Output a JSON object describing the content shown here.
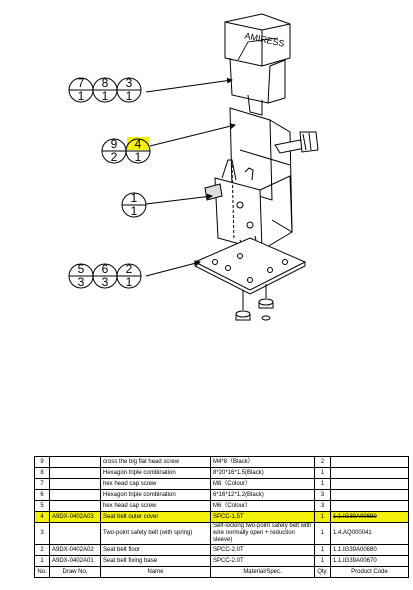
{
  "balloons": {
    "b1": {
      "cells": [
        {
          "top": "7",
          "bottom": "1"
        },
        {
          "top": "8",
          "bottom": "1"
        },
        {
          "top": "3",
          "bottom": "1"
        }
      ]
    },
    "b2": {
      "cells": [
        {
          "top": "9",
          "bottom": "2"
        },
        {
          "top": "4",
          "bottom": "1"
        }
      ]
    },
    "b3": {
      "cells": [
        {
          "top": "1",
          "bottom": "1"
        }
      ]
    },
    "b4": {
      "cells": [
        {
          "top": "5",
          "bottom": "3"
        },
        {
          "top": "6",
          "bottom": "3"
        },
        {
          "top": "2",
          "bottom": "1"
        }
      ]
    }
  },
  "bom": {
    "rows": [
      {
        "no": "9",
        "drawing": "",
        "name": "cross the big flat head screw",
        "spec": "M4*8（Black）",
        "qty": "2",
        "code": ""
      },
      {
        "no": "8",
        "drawing": "",
        "name": "Hexagon triple combination",
        "spec": "8*20*16*1.5(Black)",
        "qty": "1",
        "code": ""
      },
      {
        "no": "7",
        "drawing": "",
        "name": "hex head cap screw",
        "spec": "M8（Colour）",
        "qty": "1",
        "code": ""
      },
      {
        "no": "6",
        "drawing": "",
        "name": "Hexagon triple combination",
        "spec": "6*16*12*1.2(Black)",
        "qty": "3",
        "code": ""
      },
      {
        "no": "5",
        "drawing": "",
        "name": "hex head cap screw",
        "spec": "M6（Colour）",
        "qty": "3",
        "code": ""
      },
      {
        "no": "4",
        "drawing": "A9DX-0402A03",
        "name": "Seat belt outer cover",
        "spec": "SPCC-1.5T",
        "qty": "1",
        "code": "1.1.IG39A00690"
      },
      {
        "no": "3",
        "drawing": "",
        "name": "Two-point safety belt (with spring)",
        "spec": "Self-locking two-point safety belt with wire normally open + reduction sleeve)",
        "qty": "1",
        "code": "1.4.AQ000041"
      },
      {
        "no": "2",
        "drawing": "A9DX-0402A02",
        "name": "Seat belt floor",
        "spec": "SPCC-2.0T",
        "qty": "1",
        "code": "1.1.IG39A00680"
      },
      {
        "no": "1",
        "drawing": "A9DX-0402A01",
        "name": "Seat belt fixing base",
        "spec": "SPCC-2.0T",
        "qty": "1",
        "code": "1.1.IG39A00670"
      }
    ],
    "header": {
      "no": "No.",
      "drawing": "Draw No.",
      "name": "Name",
      "spec": "Material/Spec.",
      "qty": "Qty.",
      "code": "Product Code"
    }
  },
  "colors": {
    "highlight": "#f5f00a"
  }
}
